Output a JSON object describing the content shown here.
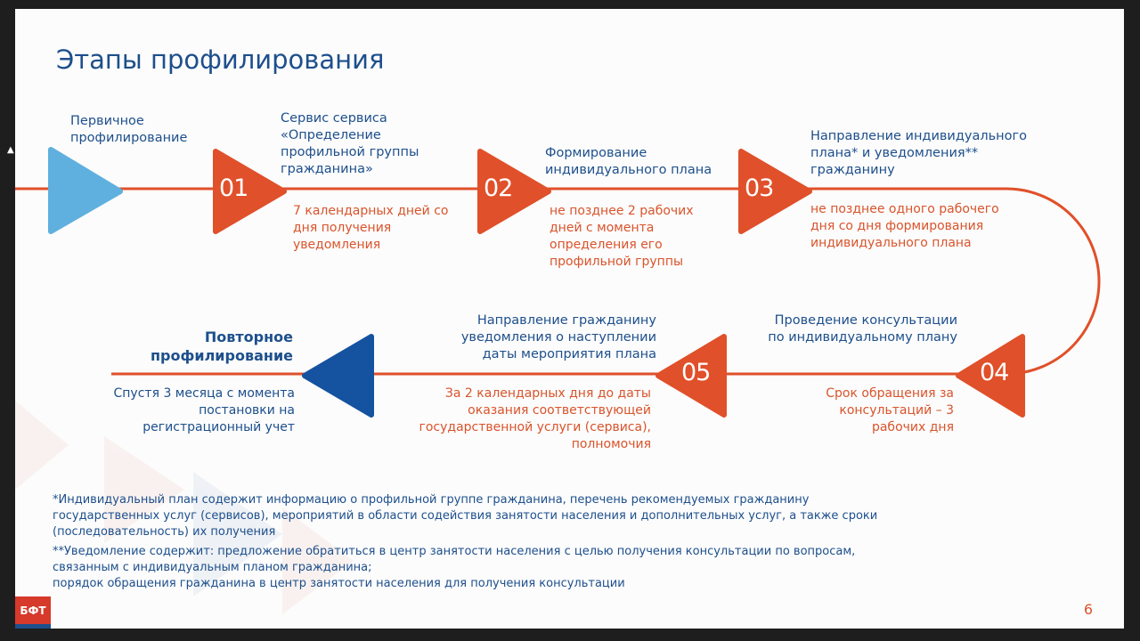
{
  "title": "Этапы профилирования",
  "stages": {
    "start": {
      "title": "Первичное профилирование"
    },
    "s01": {
      "num": "01",
      "title": "Сервис сервиса «Определение профильной группы гражданина»",
      "term": "7 календарных дней со дня получения уведомления"
    },
    "s02": {
      "num": "02",
      "title": "Формирование индивидуального плана",
      "term": "не позднее 2 рабочих дней с момента определения его профильной группы"
    },
    "s03": {
      "num": "03",
      "title": "Направление индивидуального плана* и уведомления** гражданину",
      "term": "не позднее одного рабочего дня со дня формирования индивидуального плана"
    },
    "s04": {
      "num": "04",
      "title": "Проведение консультации по индивидуальному плану",
      "term": "Срок обращения за консультаций – 3 рабочих дня"
    },
    "s05": {
      "num": "05",
      "title": "Направление гражданину уведомления о наступлении даты мероприятия плана",
      "term": "За 2 календарных дня до даты оказания соответствующей государственной услуги (сервиса), полномочия"
    },
    "end": {
      "title": "Повторное профилирование",
      "term": "Спустя 3 месяца с момента постановки на регистрационный учет"
    }
  },
  "footnotes": {
    "f1": "*Индивидуальный план содержит информацию о профильной группе гражданина, перечень рекомендуемых гражданину государственных услуг (сервисов), мероприятий в области содействия занятости населения и дополнительных услуг, а также сроки (последовательность) их получения",
    "f2a": "**Уведомление содержит: предложение обратиться в центр занятости населения с целью получения консультации по вопросам, связанным с индивидуальным планом гражданина;",
    "f2b": "порядок обращения гражданина в центр занятости населения для получения консультации"
  },
  "logo": "БФТ",
  "page": "6",
  "colors": {
    "accent": "#e0502a",
    "blue": "#1d4f8c",
    "light_blue": "#5fb0de"
  }
}
